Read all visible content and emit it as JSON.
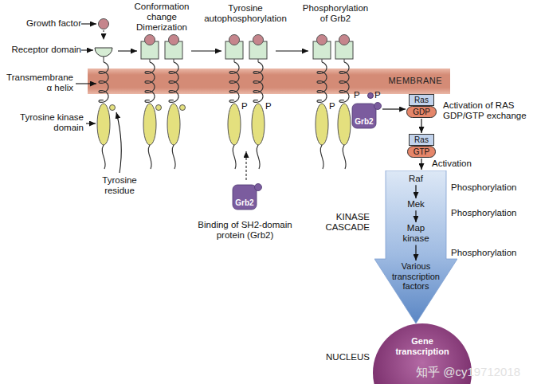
{
  "diagram": {
    "nodes": [
      {
        "text": [
          "MEMBRANE"
        ]
      },
      {
        "text": [
          "Grb2"
        ]
      },
      {
        "text": [
          "Ras",
          "GDP"
        ]
      },
      {
        "text": [
          "Ras",
          "GTP"
        ]
      },
      {
        "text": [
          "KINASE CASCADE"
        ]
      },
      {
        "text": [
          "Raf"
        ],
        "in": 4
      },
      {
        "text": [
          "Mek"
        ],
        "in": 4
      },
      {
        "text": [
          "Map kinase"
        ],
        "in": 4
      },
      {
        "text": [
          "Various transcription factors"
        ],
        "in": 4
      },
      {
        "text": [
          "NUCLEUS",
          "Gene transcription"
        ]
      },
      {
        "text": [
          "Grb2"
        ]
      }
    ],
    "edges": [
      {
        "from": 1,
        "to": 2,
        "arrow": "to"
      },
      {
        "from": 2,
        "to": 3,
        "arrow": "to"
      },
      {
        "from": 3,
        "to": 4,
        "arrow": "to"
      },
      {
        "from": 5,
        "to": 6,
        "arrow": "to"
      },
      {
        "from": 6,
        "to": 7,
        "arrow": "to"
      },
      {
        "from": 7,
        "to": 8,
        "arrow": "to"
      }
    ],
    "labels": [
      "Growth factor",
      "Receptor domain",
      "Transmembrane α helix",
      "Tyrosine kinase domain",
      "Tyrosine residue",
      "Conformation change Dimerization",
      "Tyrosine autophosphorylation",
      "Phosphorylation of Grb2",
      "P",
      "P",
      "P",
      "P",
      "P",
      "Binding of SH2-domain protein (Grb2)",
      "Activation of RAS GDP/GTP exchange",
      "Activation",
      "Phosphorylation",
      "Phosphorylation",
      "Phosphorylation",
      "知乎 @cy19712018"
    ]
  }
}
